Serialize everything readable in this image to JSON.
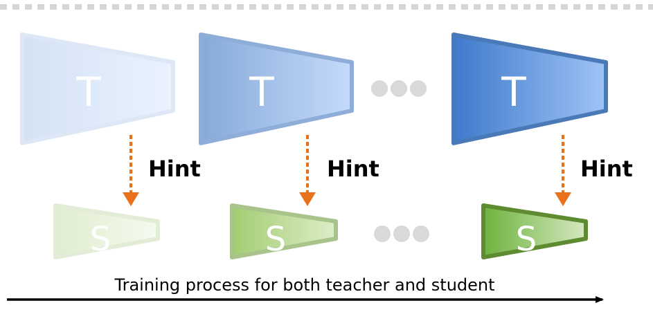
{
  "teacher_label": "T",
  "student_label": "S",
  "hint_label": "Hint",
  "caption": "Training process for both teacher and student",
  "colors": {
    "arrow": "#E8711C",
    "axis": "#000000",
    "dots": "#D9D9D9",
    "dashed_border": "#D6D6D6"
  },
  "teacher_stages": [
    {
      "fill_start": "#D4E2F5",
      "fill_end": "#EAF2FE",
      "stroke": "#DDE7F5",
      "opacity": 1.0
    },
    {
      "fill_start": "#86AAD9",
      "fill_end": "#C5DBFB",
      "stroke": "#8EADD8",
      "opacity": 1.0
    },
    {
      "fill_start": "#3F7ACB",
      "fill_end": "#9FC3F6",
      "stroke": "#4A79B8",
      "opacity": 1.0
    }
  ],
  "student_stages": [
    {
      "fill_start": "#E0EDCF",
      "fill_end": "#F5FAEF",
      "stroke": "#E3ECD7",
      "opacity": 1.0
    },
    {
      "fill_start": "#A3CC72",
      "fill_end": "#DDEDC8",
      "stroke": "#A8C48A",
      "opacity": 1.0
    },
    {
      "fill_start": "#6EB33F",
      "fill_end": "#D5E8C0",
      "stroke": "#5E8A30",
      "opacity": 1.0
    }
  ]
}
